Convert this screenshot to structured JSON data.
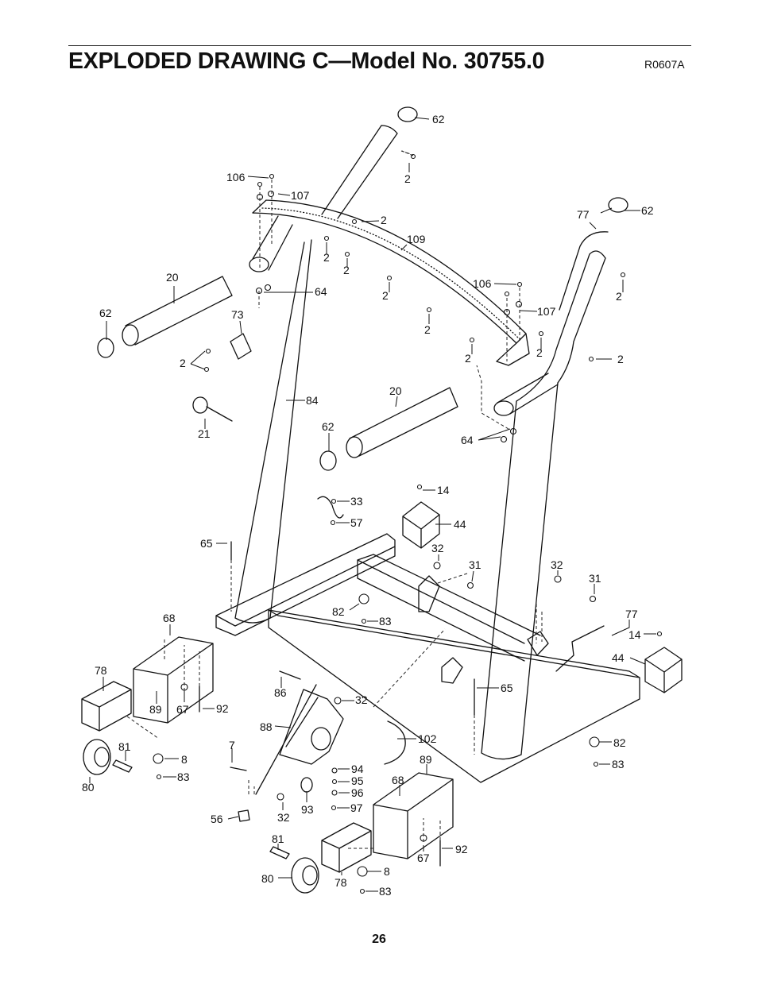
{
  "header": {
    "title": "EXPLODED DRAWING C—Model No. 30755.0",
    "drawing_code": "R0607A"
  },
  "footer": {
    "page_number": "26"
  },
  "callouts": [
    {
      "id": "c-62a",
      "text": "62"
    },
    {
      "id": "c-2a",
      "text": "2"
    },
    {
      "id": "c-106a",
      "text": "106"
    },
    {
      "id": "c-107a",
      "text": "107"
    },
    {
      "id": "c-2b",
      "text": "2"
    },
    {
      "id": "c-77a",
      "text": "77"
    },
    {
      "id": "c-62b",
      "text": "62"
    },
    {
      "id": "c-109",
      "text": "109"
    },
    {
      "id": "c-2c",
      "text": "2"
    },
    {
      "id": "c-2d",
      "text": "2"
    },
    {
      "id": "c-20a",
      "text": "20"
    },
    {
      "id": "c-64a",
      "text": "64"
    },
    {
      "id": "c-106b",
      "text": "106"
    },
    {
      "id": "c-2e",
      "text": "2"
    },
    {
      "id": "c-2f",
      "text": "2"
    },
    {
      "id": "c-62c",
      "text": "62"
    },
    {
      "id": "c-73",
      "text": "73"
    },
    {
      "id": "c-107b",
      "text": "107"
    },
    {
      "id": "c-2g",
      "text": "2"
    },
    {
      "id": "c-2h",
      "text": "2"
    },
    {
      "id": "c-2i",
      "text": "2"
    },
    {
      "id": "c-2j",
      "text": "2"
    },
    {
      "id": "c-2k",
      "text": "2"
    },
    {
      "id": "c-84",
      "text": "84"
    },
    {
      "id": "c-20b",
      "text": "20"
    },
    {
      "id": "c-21",
      "text": "21"
    },
    {
      "id": "c-62d",
      "text": "62"
    },
    {
      "id": "c-64b",
      "text": "64"
    },
    {
      "id": "c-14a",
      "text": "14"
    },
    {
      "id": "c-33",
      "text": "33"
    },
    {
      "id": "c-57",
      "text": "57"
    },
    {
      "id": "c-44a",
      "text": "44"
    },
    {
      "id": "c-65a",
      "text": "65"
    },
    {
      "id": "c-32a",
      "text": "32"
    },
    {
      "id": "c-31a",
      "text": "31"
    },
    {
      "id": "c-32b",
      "text": "32"
    },
    {
      "id": "c-31b",
      "text": "31"
    },
    {
      "id": "c-68a",
      "text": "68"
    },
    {
      "id": "c-82a",
      "text": "82"
    },
    {
      "id": "c-83a",
      "text": "83"
    },
    {
      "id": "c-77b",
      "text": "77"
    },
    {
      "id": "c-14b",
      "text": "14"
    },
    {
      "id": "c-44b",
      "text": "44"
    },
    {
      "id": "c-78a",
      "text": "78"
    },
    {
      "id": "c-86",
      "text": "86"
    },
    {
      "id": "c-32c",
      "text": "32"
    },
    {
      "id": "c-65b",
      "text": "65"
    },
    {
      "id": "c-89a",
      "text": "89"
    },
    {
      "id": "c-67a",
      "text": "67"
    },
    {
      "id": "c-92a",
      "text": "92"
    },
    {
      "id": "c-88",
      "text": "88"
    },
    {
      "id": "c-7",
      "text": "7"
    },
    {
      "id": "c-81a",
      "text": "81"
    },
    {
      "id": "c-8a",
      "text": "8"
    },
    {
      "id": "c-102",
      "text": "102"
    },
    {
      "id": "c-82b",
      "text": "82"
    },
    {
      "id": "c-83b",
      "text": "83"
    },
    {
      "id": "c-80a",
      "text": "80"
    },
    {
      "id": "c-83c",
      "text": "83"
    },
    {
      "id": "c-94",
      "text": "94"
    },
    {
      "id": "c-95",
      "text": "95"
    },
    {
      "id": "c-89b",
      "text": "89"
    },
    {
      "id": "c-96",
      "text": "96"
    },
    {
      "id": "c-68b",
      "text": "68"
    },
    {
      "id": "c-97",
      "text": "97"
    },
    {
      "id": "c-56",
      "text": "56"
    },
    {
      "id": "c-32d",
      "text": "32"
    },
    {
      "id": "c-93",
      "text": "93"
    },
    {
      "id": "c-92b",
      "text": "92"
    },
    {
      "id": "c-81b",
      "text": "81"
    },
    {
      "id": "c-67b",
      "text": "67"
    },
    {
      "id": "c-80b",
      "text": "80"
    },
    {
      "id": "c-8b",
      "text": "8"
    },
    {
      "id": "c-78b",
      "text": "78"
    },
    {
      "id": "c-83d",
      "text": "83"
    }
  ]
}
